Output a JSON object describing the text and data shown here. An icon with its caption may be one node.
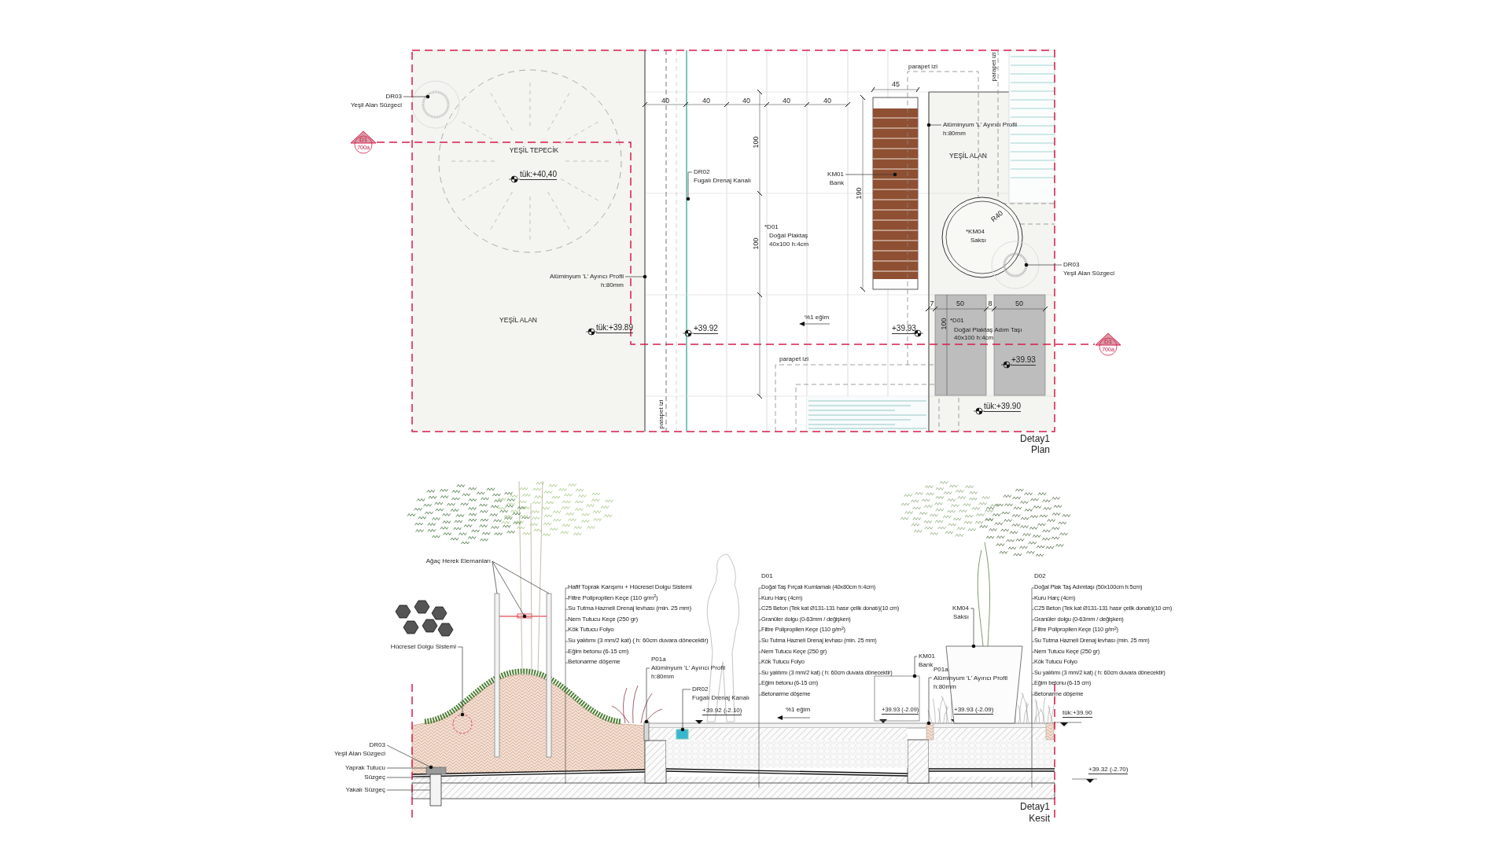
{
  "diagram": {
    "nodes": [
      {
        "text": [
          "DR03",
          "Yeşil Alan Süzgeci"
        ]
      },
      {
        "text": [
          "Alüminyum 'L' Ayırıcı Profil",
          "h:80mm"
        ]
      },
      {
        "text": [
          "DR02",
          "Fugalı Drenaj Kanalı"
        ]
      },
      {
        "text": [
          "KM01",
          "Bank"
        ]
      },
      {
        "text": [
          "Alüminyum 'L' Ayırıcı Profil",
          "h:80mm"
        ]
      },
      {
        "text": [
          "DR03",
          "Yeşil Alan Süzgeci"
        ]
      },
      {
        "text": [
          "Ağaç Herek Elemanları"
        ]
      },
      {
        "text": [
          "Hücresel Dolgu Sistemi"
        ]
      },
      {
        "text": [
          "P01a",
          "Alüminyum 'L' Ayırıcı Profil",
          "h:80mm"
        ]
      },
      {
        "text": [
          "DR02",
          "Fugalı Drenaj Kanalı"
        ]
      },
      {
        "text": [
          "KM01",
          "Bank"
        ]
      },
      {
        "text": [
          "P01a",
          "Alüminyum 'L' Ayırıcı Profil",
          "h:80mm"
        ]
      },
      {
        "text": [
          "KM04",
          "Saksı"
        ]
      },
      {
        "text": [
          "DR03",
          "Yeşil Alan Süzgeci"
        ]
      },
      {
        "text": [
          "Yaprak Tutucu"
        ]
      },
      {
        "text": [
          "Süzgeç"
        ]
      },
      {
        "text": [
          "Yakalı Süzgeç"
        ]
      },
      {
        "text": [
          "D1",
          "700a"
        ]
      },
      {
        "text": [
          "D1",
          "700a"
        ]
      },
      {
        "text": [],
        "shape": "circle"
      },
      {
        "text": [],
        "shape": "box"
      },
      {
        "text": [],
        "shape": "box"
      },
      {
        "text": [],
        "shape": "bar"
      },
      {
        "text": [],
        "shape": "box"
      },
      {
        "text": [],
        "shape": "box"
      },
      {
        "text": [],
        "shape": "box"
      },
      {
        "text": [],
        "shape": "circle"
      },
      {
        "text": [],
        "shape": "bar"
      }
    ],
    "edges": [
      {
        "from": 0,
        "to": null,
        "arrow": "other"
      },
      {
        "from": 1,
        "to": null,
        "arrow": "other"
      },
      {
        "from": 2,
        "to": null,
        "arrow": "other"
      },
      {
        "from": 3,
        "to": null,
        "arrow": "other"
      },
      {
        "from": 4,
        "to": null,
        "arrow": "other"
      },
      {
        "from": 5,
        "to": 19,
        "arrow": "other"
      },
      {
        "from": 6,
        "to": null,
        "arrow": "none"
      },
      {
        "from": 6,
        "to": null,
        "arrow": "none"
      },
      {
        "from": 6,
        "to": null,
        "arrow": "other"
      },
      {
        "from": 7,
        "to": 26,
        "arrow": "other"
      },
      {
        "from": 8,
        "to": 22,
        "arrow": "other"
      },
      {
        "from": 9,
        "to": 23,
        "arrow": "other"
      },
      {
        "from": 10,
        "to": 24,
        "arrow": "other"
      },
      {
        "from": 11,
        "to": 27,
        "arrow": "other"
      },
      {
        "from": 12,
        "to": 25,
        "arrow": "other"
      },
      {
        "from": 13,
        "to": 20,
        "arrow": "other"
      },
      {
        "from": 14,
        "to": 20,
        "arrow": "none"
      },
      {
        "from": 15,
        "to": 21,
        "arrow": "none"
      },
      {
        "from": 16,
        "to": 21,
        "arrow": "none"
      },
      {
        "from": 17,
        "to": 18,
        "arrow": "none",
        "style": "dashed",
        "color": "#d81b4a"
      }
    ],
    "labels": [
      "parapet izi",
      "parapet izi",
      "45",
      "40",
      "40",
      "40",
      "40",
      "40",
      "YEŞİL TEPECİK",
      "YEŞİL ALAN",
      "100",
      "tük:+40,40",
      "190",
      "*D01",
      "Doğal Plaktaş",
      "40x100 h:4cm",
      "R40",
      "*KM04",
      "Saksı",
      "100",
      "YEŞİL ALAN",
      "tük:+39.89",
      "+39.92",
      "%1 eğim",
      "+39.93",
      "7",
      "50",
      "8",
      "50",
      "100",
      "*D01",
      "Doğal Plaktaş Adım Taşı",
      "40x100 h:4cm",
      "parapet izi",
      "+39.93",
      "tük:+39.90",
      "parapet izi",
      "Detay1",
      "Plan",
      "Hafif Toprak Karışımı + Hücresel Dolgu Sistemi",
      "Filtre Polipropilen Keçe (110 g/m$^{2}$)",
      "Su Tutma Hazneli Drenaj levhası (min. 25 mm)",
      "Nem Tutucu Keçe (250 gr)",
      "Kök Tutucu Folyo",
      "Su yalıtımı (3 mm/2 kat) ( h: 60cm duvara dönecektir)",
      "Eğim betonu (6-15 cm)",
      "Betonarme döşeme",
      "D01",
      "Doğal Taş Fırçalı Kumlamalı (40x80cm h:4cm)",
      "Kuru Harç (4cm)",
      "C25 Beton (Tek kat Ø131-131 hasır çelik donatı)(10 cm)",
      "Granüler dolgu (0-63mm / değişken)",
      "Filtre Polipropilen Keçe (110 g/m$^{2}$)",
      "Su Tutma Hazneli Drenaj levhası (min. 25 mm)",
      "Nem Tutucu Keçe (250 gr)",
      "Kök Tutucu Folyo",
      "Su yalıtımı (3 mm/2 kat) ( h: 60cm duvara dönecektir)",
      "Eğim betonu (6-15 cm)",
      "Betonarme döşeme",
      "D02",
      "Doğal Plak Taş Adımtaşı (50x100cm h:5cm)",
      "Kuru Harç (4cm)",
      "C25 Beton (Tek kat Ø131-131 hasır çelik donatı)(10 cm)",
      "Granüler dolgu (0-63mm / değişken)",
      "Filtre Polipropilen Keçe (110 g/m$^{2}$)",
      "Su Tutma Hazneli Drenaj levhası (min. 25 mm)",
      "Nem Tutucu Keçe (250 gr)",
      "Kök Tutucu Folyo",
      "Su yalıtımı (3 mm/2 kat) ( h: 60cm duvara dönecektir)",
      "Eğim betonu (6-15 cm)",
      "Betonarme döşeme",
      "+39.92 (-2.10)",
      "%1 eğim",
      "+39.93 (-2.09)",
      "+39.93 (-2.09)",
      "tük:+39.90",
      "+39.32 (-2.70)",
      "Detay1",
      "Kesit"
    ]
  }
}
